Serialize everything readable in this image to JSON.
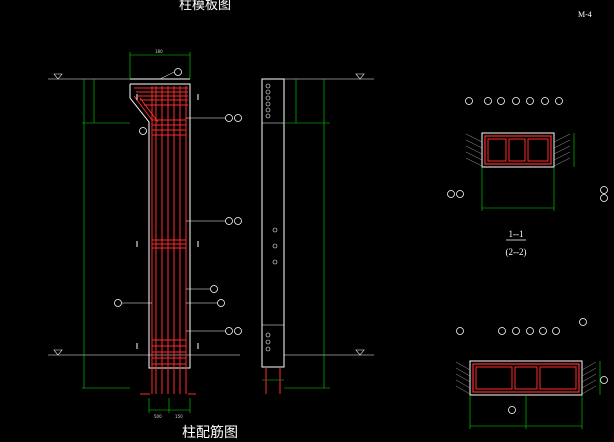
{
  "drawing": {
    "sheet_no": "M-4",
    "column_elevation_title": "柱模板图",
    "column_reinforcement_title": "柱配筋图",
    "section_1_title": "1--1",
    "section_2_title": "(2--2)",
    "colors": {
      "background": "#000000",
      "outline": "#ffffff",
      "rebar": "#ff2a2a",
      "stirrup": "#ff2a2a",
      "dimension": "#00e000",
      "hatch": "#9a9a9a"
    }
  }
}
